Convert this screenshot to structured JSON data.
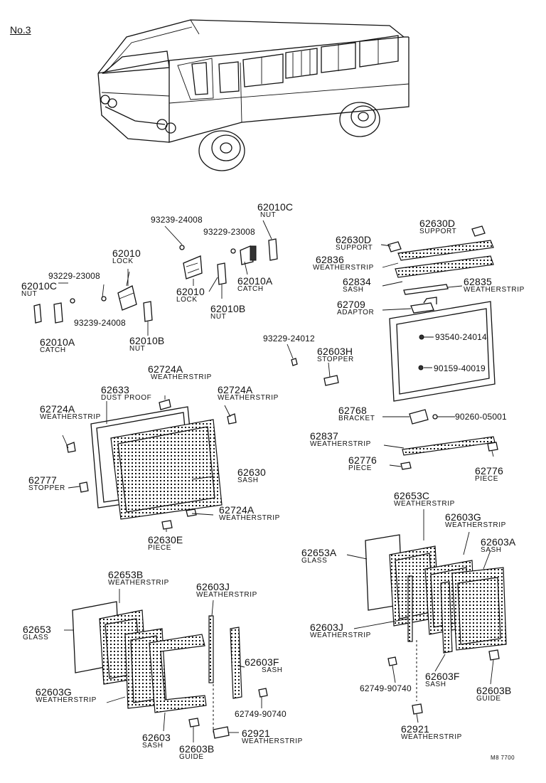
{
  "header": {
    "page_number": "No.3"
  },
  "footer": {
    "code": "M8 7700"
  },
  "callouts": {
    "c62010C_r": {
      "num": "62010C",
      "name": "NUT"
    },
    "c93239_24008_t": {
      "num": "93239-24008"
    },
    "c93229_23008_t": {
      "num": "93229-23008"
    },
    "c62010_l": {
      "num": "62010",
      "name": "LOCK"
    },
    "c93229_23008_l": {
      "num": "93229-23008"
    },
    "c62010C_l": {
      "num": "62010C",
      "name": "NUT"
    },
    "c62010_r": {
      "num": "62010",
      "name": "LOCK"
    },
    "c62010A_r": {
      "num": "62010A",
      "name": "CATCH"
    },
    "c62010B_r": {
      "num": "62010B",
      "name": "NUT"
    },
    "c93239_24008_l": {
      "num": "93239-24008"
    },
    "c62010A_l": {
      "num": "62010A",
      "name": "CATCH"
    },
    "c62010B_l": {
      "num": "62010B",
      "name": "NUT"
    },
    "c62630D_t": {
      "num": "62630D",
      "name": "SUPPORT"
    },
    "c62630D_l": {
      "num": "62630D",
      "name": "SUPPORT"
    },
    "c62836": {
      "num": "62836",
      "name": "WEATHERSTRIP"
    },
    "c62834": {
      "num": "62834",
      "name": "SASH"
    },
    "c62835": {
      "num": "62835",
      "name": "WEATHERSTRIP"
    },
    "c62709": {
      "num": "62709",
      "name": "ADAPTOR"
    },
    "c93540": {
      "num": "93540-24014"
    },
    "c90159": {
      "num": "90159-40019"
    },
    "c93229_24012": {
      "num": "93229-24012"
    },
    "c62603H": {
      "num": "62603H",
      "name": "STOPPER"
    },
    "c62724A_t": {
      "num": "62724A",
      "name": "WEATHERSTRIP"
    },
    "c62633": {
      "num": "62633",
      "name": "DUST PROOF"
    },
    "c62724A_r": {
      "num": "62724A",
      "name": "WEATHERSTRIP"
    },
    "c62724A_l": {
      "num": "62724A",
      "name": "WEATHERSTRIP"
    },
    "c62768": {
      "num": "62768",
      "name": "BRACKET"
    },
    "c90260": {
      "num": "90260-05001"
    },
    "c62837": {
      "num": "62837",
      "name": "WEATHERSTRIP"
    },
    "c62777": {
      "num": "62777",
      "name": "STOPPER"
    },
    "c62630": {
      "num": "62630",
      "name": "SASH"
    },
    "c62776_l": {
      "num": "62776",
      "name": "PIECE"
    },
    "c62776_r": {
      "num": "62776",
      "name": "PIECE"
    },
    "c62724A_b": {
      "num": "62724A",
      "name": "WEATHERSTRIP"
    },
    "c62630E": {
      "num": "62630E",
      "name": "PIECE"
    },
    "c62653C": {
      "num": "62653C",
      "name": "WEATHERSTRIP"
    },
    "c62603G_r": {
      "num": "62603G",
      "name": "WEATHERSTRIP"
    },
    "c62653A": {
      "num": "62653A",
      "name": "GLASS"
    },
    "c62603A": {
      "num": "62603A",
      "name": "SASH"
    },
    "c62653B": {
      "num": "62653B",
      "name": "WEATHERSTRIP"
    },
    "c62603J_l": {
      "num": "62603J",
      "name": "WEATHERSTRIP"
    },
    "c62653": {
      "num": "62653",
      "name": "GLASS"
    },
    "c62603J_r": {
      "num": "62603J",
      "name": "WEATHERSTRIP"
    },
    "c62603F_l": {
      "num": "62603F",
      "name": "SASH"
    },
    "c62603F_r": {
      "num": "62603F",
      "name": "SASH"
    },
    "c62603G_l": {
      "num": "62603G",
      "name": "WEATHERSTRIP"
    },
    "c62749_l": {
      "num": "62749-90740"
    },
    "c62749_r": {
      "num": "62749-90740"
    },
    "c62603B_r": {
      "num": "62603B",
      "name": "GUIDE"
    },
    "c62603": {
      "num": "62603",
      "name": "SASH"
    },
    "c62603B_l": {
      "num": "62603B",
      "name": "GUIDE"
    },
    "c62921_l": {
      "num": "62921",
      "name": "WEATHERSTRIP"
    },
    "c62921_r": {
      "num": "62921",
      "name": "WEATHERSTRIP"
    }
  }
}
